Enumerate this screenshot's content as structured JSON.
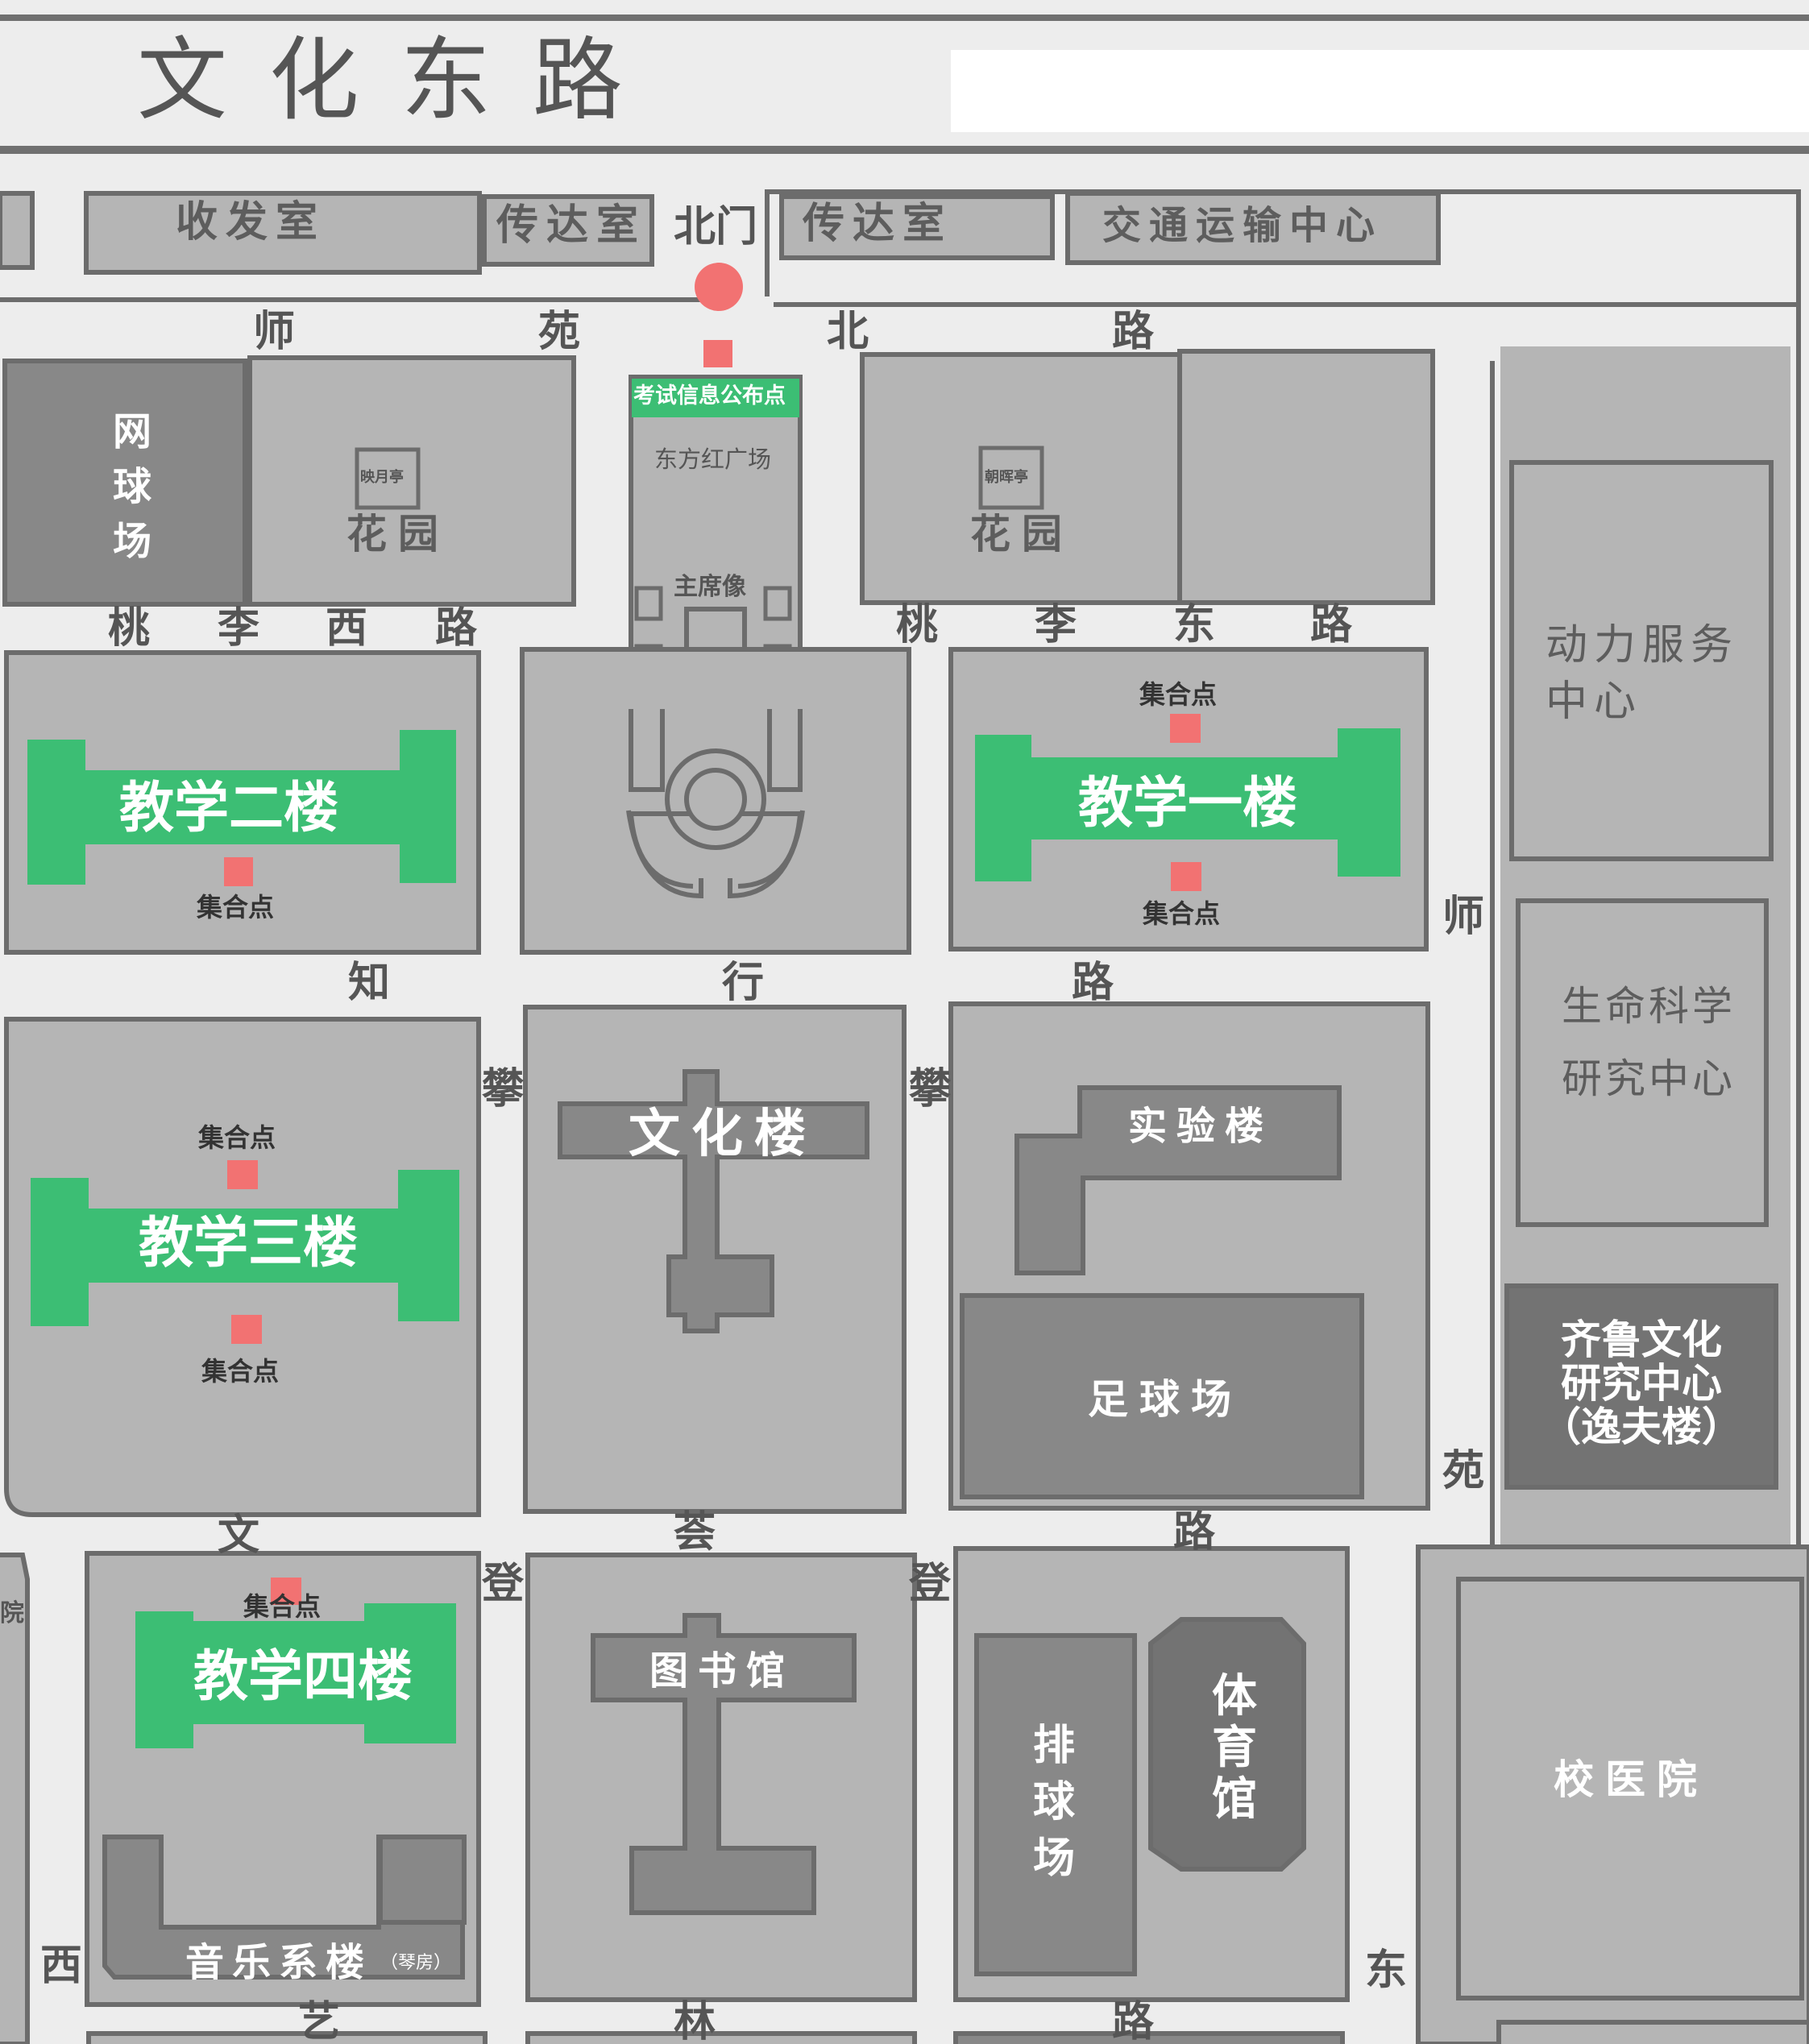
{
  "map": {
    "title_road": "文  化  东  路",
    "gate": "北门",
    "buildings": {
      "reception_room": "收发室",
      "guard_room_left": "传达室",
      "guard_room_right": "传达室",
      "transport_center": "交通运输中心",
      "tennis_court": "网球场",
      "garden_left": "花园",
      "pavilion_left": "映月亭",
      "garden_right": "花园",
      "pavilion_right": "朝晖亭",
      "exam_info_point": "考试信息公布点",
      "dongfanghong_square": "东方红广场",
      "chairman_statue": "主席像",
      "power_service_center": "动力服务\n中心",
      "life_science_center": "生命科学\n研究中心",
      "qilu_culture_center": "齐鲁文化\n研究中心\n（逸夫楼）",
      "teaching_building_2": "教学二楼",
      "teaching_building_1": "教学一楼",
      "teaching_building_3": "教学三楼",
      "teaching_building_4": "教学四楼",
      "culture_building": "文化楼",
      "lab_building": "实验楼",
      "football_field": "足球场",
      "library": "图书馆",
      "volleyball_court": "排球场",
      "gymnasium": "体育馆",
      "hospital": "校医院",
      "music_building": "音乐系楼",
      "piano_room": "（琴房）",
      "left_edge_char": "院"
    },
    "assembly_point": "集合点",
    "road_chars": [
      "师",
      "苑",
      "北",
      "路",
      "桃",
      "李",
      "西",
      "路",
      "桃",
      "李",
      "东",
      "路",
      "知",
      "行",
      "路",
      "攀",
      "攀",
      "文",
      "荟",
      "路",
      "登",
      "登",
      "西",
      "艺",
      "林",
      "路",
      "东",
      "师",
      "苑"
    ],
    "colors": {
      "road_bg": "#ededed",
      "block": "#b5b5b5",
      "block_dark": "#888888",
      "teaching_green": "#3cbe74",
      "assembly_marker": "#f27272",
      "outline": "#6c6c6c"
    }
  }
}
